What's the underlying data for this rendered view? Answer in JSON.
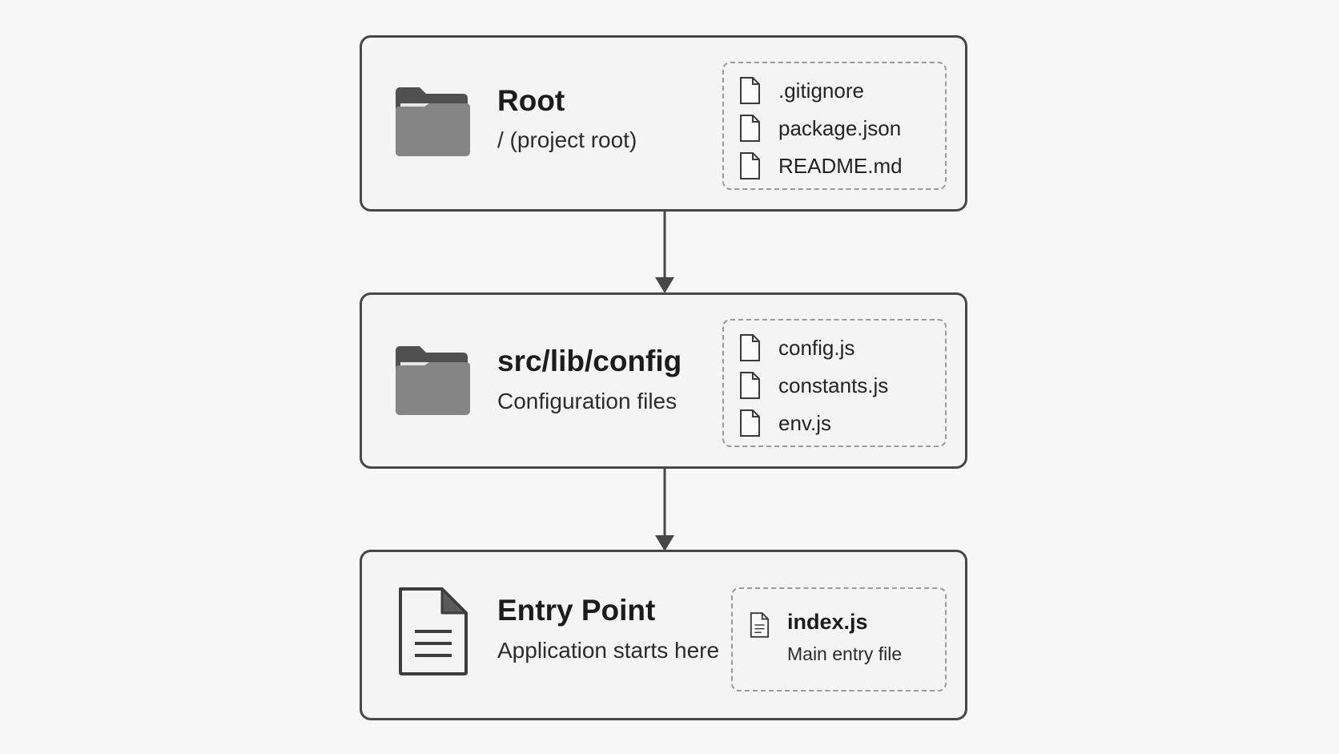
{
  "nodes": [
    {
      "title": "Root",
      "subtitle": "/ (project root)",
      "icon": "folder-icon",
      "files": [
        ".gitignore",
        "package.json",
        "README.md"
      ]
    },
    {
      "title": "src/lib/config",
      "subtitle": "Configuration files",
      "icon": "folder-icon",
      "files": [
        "config.js",
        "constants.js",
        "env.js"
      ]
    },
    {
      "title": "Entry Point",
      "subtitle": "Application starts here",
      "icon": "document-icon",
      "entry_file": {
        "name": "index.js",
        "description": "Main entry file"
      }
    }
  ],
  "colors": {
    "border": "#474747",
    "folder_back": "#505050",
    "folder_front": "#858585",
    "dashed_border": "#9a9a9a"
  }
}
